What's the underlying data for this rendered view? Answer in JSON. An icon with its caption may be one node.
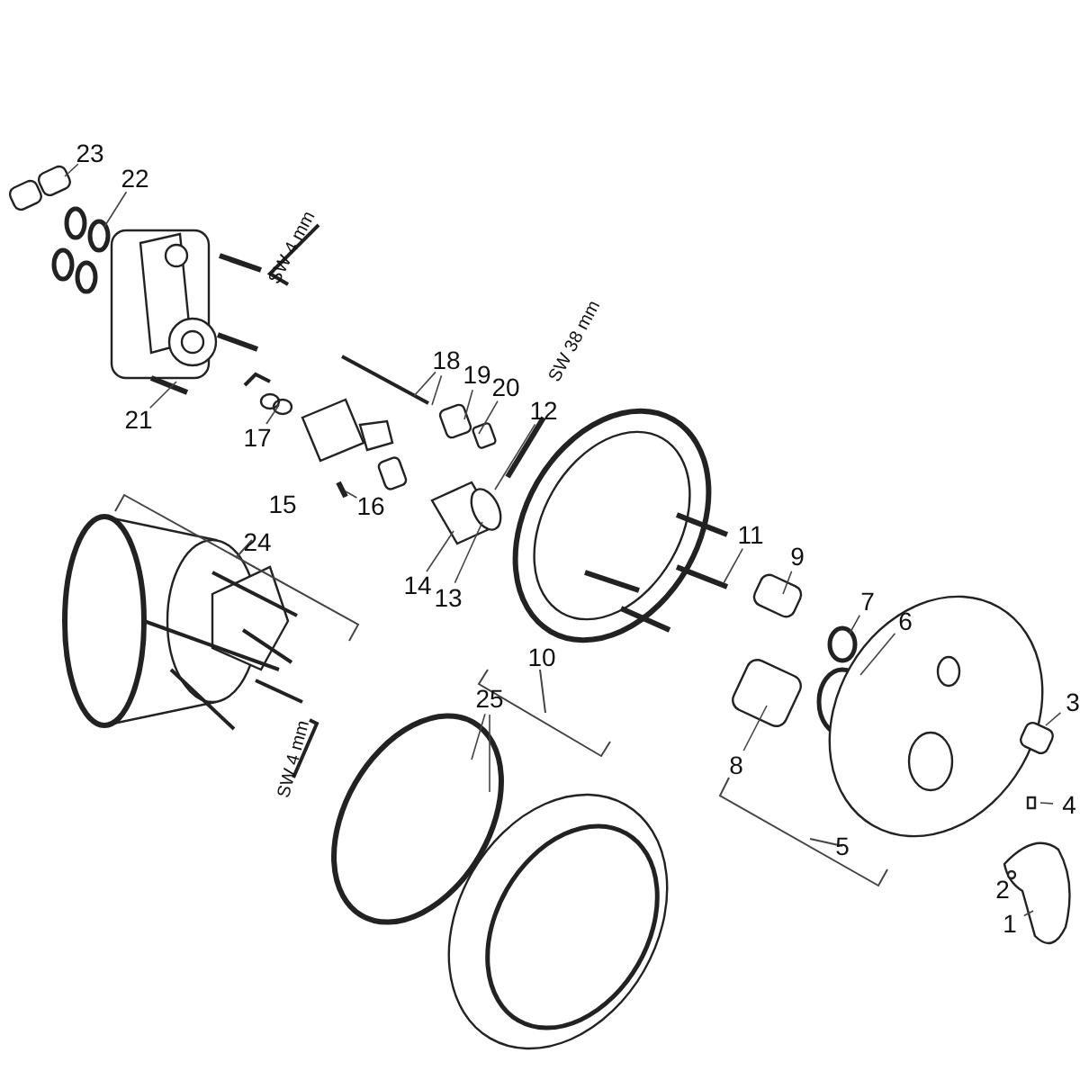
{
  "diagram": {
    "nodes": [
      {
        "text": [
          "23"
        ]
      },
      {
        "text": [
          "22"
        ]
      },
      {
        "text": [
          "21"
        ]
      },
      {
        "text": [
          "18"
        ]
      },
      {
        "text": [
          "19"
        ]
      },
      {
        "text": [
          "20"
        ]
      },
      {
        "text": [
          "12"
        ]
      },
      {
        "text": [
          "17"
        ]
      },
      {
        "text": [
          "16"
        ]
      },
      {
        "text": [
          "14"
        ]
      },
      {
        "text": [
          "13"
        ]
      },
      {
        "text": [
          "11"
        ]
      },
      {
        "text": [
          "9"
        ]
      },
      {
        "text": [
          "7"
        ]
      },
      {
        "text": [
          "6"
        ]
      },
      {
        "text": [
          "3"
        ]
      },
      {
        "text": [
          "25"
        ]
      },
      {
        "text": [
          "8"
        ]
      },
      {
        "text": [
          "4"
        ]
      },
      {
        "text": [
          "1"
        ]
      }
    ],
    "edges": [
      {
        "from": 0,
        "to": null,
        "arrow": "none"
      },
      {
        "from": 1,
        "to": null,
        "arrow": "none"
      },
      {
        "from": 2,
        "to": null,
        "arrow": "none"
      },
      {
        "from": 3,
        "to": null,
        "arrow": "none"
      },
      {
        "from": 3,
        "to": null,
        "arrow": "none"
      },
      {
        "from": 4,
        "to": null,
        "arrow": "none"
      },
      {
        "from": 5,
        "to": null,
        "arrow": "none"
      },
      {
        "from": 6,
        "to": null,
        "arrow": "none"
      },
      {
        "from": 7,
        "to": null,
        "arrow": "none"
      },
      {
        "from": 8,
        "to": null,
        "arrow": "none"
      },
      {
        "from": 9,
        "to": null,
        "arrow": "none"
      },
      {
        "from": 10,
        "to": null,
        "arrow": "none"
      },
      {
        "from": 11,
        "to": null,
        "arrow": "none"
      },
      {
        "from": 12,
        "to": null,
        "arrow": "none"
      },
      {
        "from": 13,
        "to": null,
        "arrow": "none"
      },
      {
        "from": 14,
        "to": null,
        "arrow": "none"
      },
      {
        "from": 15,
        "to": null,
        "arrow": "none"
      },
      {
        "from": 16,
        "to": null,
        "arrow": "none"
      },
      {
        "from": 16,
        "to": null,
        "arrow": "none"
      },
      {
        "from": 17,
        "to": null,
        "arrow": "none"
      },
      {
        "from": 18,
        "to": null,
        "arrow": "none"
      },
      {
        "from": 19,
        "to": null,
        "arrow": "none"
      }
    ],
    "labels": [
      "SW 4 mm",
      "SW 38 mm",
      "15",
      "24",
      "10",
      "SW 4 mm",
      "5",
      "2"
    ]
  }
}
